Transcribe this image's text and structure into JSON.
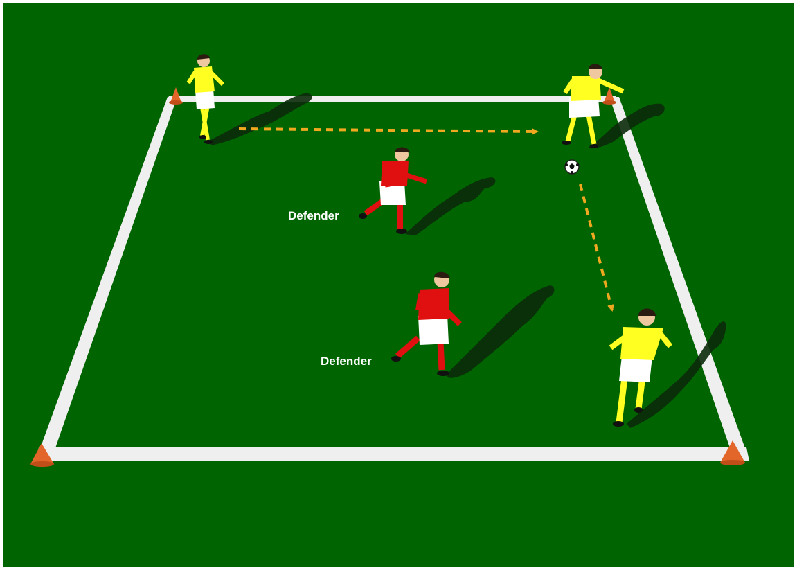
{
  "diagram": {
    "colors": {
      "pitch": "#006400",
      "boundary": "#efefef",
      "cone": "#e2662a",
      "attacker_shirt": "#ffff22",
      "defender_shirt": "#e11010",
      "shorts": "#ffffff",
      "pass_arrow": "#f0a820",
      "shadow": "#0a2a0a"
    },
    "labels": {
      "defender_1": "Defender",
      "defender_2": "Defender"
    },
    "players": [
      {
        "team": "attacker",
        "role": "top-left attacker"
      },
      {
        "team": "attacker",
        "role": "top-right attacker with ball"
      },
      {
        "team": "attacker",
        "role": "bottom-right attacker"
      },
      {
        "team": "defender",
        "role": "upper defender"
      },
      {
        "team": "defender",
        "role": "lower defender"
      }
    ],
    "equipment": [
      "cone-top-left",
      "cone-top-right",
      "cone-bottom-left",
      "cone-bottom-right",
      "ball"
    ],
    "passes": [
      {
        "from": "top-left attacker",
        "to": "top-right attacker",
        "style": "dashed-arrow"
      },
      {
        "from": "ball",
        "to": "bottom-right attacker",
        "style": "dashed-arrow"
      }
    ]
  }
}
